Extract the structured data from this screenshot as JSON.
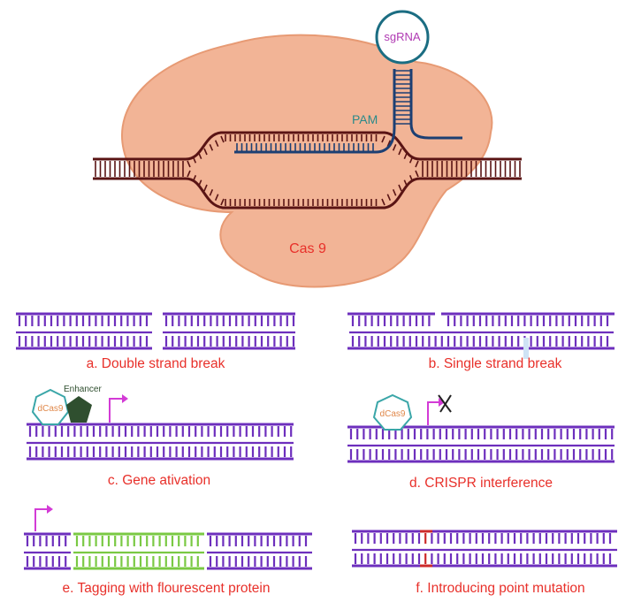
{
  "colors": {
    "cas9_fill": "#f2b496",
    "cas9_stroke": "#e79a74",
    "cas9_label": "#e8302a",
    "dna_dark": "#5a1414",
    "sgrna": "#1c3f73",
    "sgrna_loop": "#1b6d82",
    "sgrna_label": "#b03ab3",
    "pam_label": "#2b8a8a",
    "dna_purple": "#6d2fbd",
    "gap_blue": "#cfe3f5",
    "tag_green": "#7ac943",
    "mutation_red": "#cc2a2a",
    "arrow_magenta": "#d33bd6",
    "dcas9_stroke": "#3aa6a8",
    "dcas9_label": "#e0884a",
    "enhancer": "#2f4f2f",
    "enhancer_label": "#2f4f2f",
    "caption": "#e8302a"
  },
  "icons": [
    "sgrna-hairpin",
    "cas9-protein",
    "promoter-arrow-icon",
    "enhancer-pentagon-icon",
    "dcas9-heptagon-icon",
    "block-x-icon"
  ],
  "top": {
    "sgrna_label": "sgRNA",
    "pam_label": "PAM",
    "cas9_label": "Cas 9"
  },
  "panels": {
    "a": {
      "caption": "a. Double strand break"
    },
    "b": {
      "caption": "b. Single strand break"
    },
    "c": {
      "caption": "c. Gene ativation",
      "dcas9_label": "dCas9",
      "enhancer_label": "Enhancer"
    },
    "d": {
      "caption": "d. CRISPR interference",
      "dcas9_label": "dCas9"
    },
    "e": {
      "caption": "e. Tagging with flourescent protein"
    },
    "f": {
      "caption": "f. Introducing point mutation"
    }
  }
}
